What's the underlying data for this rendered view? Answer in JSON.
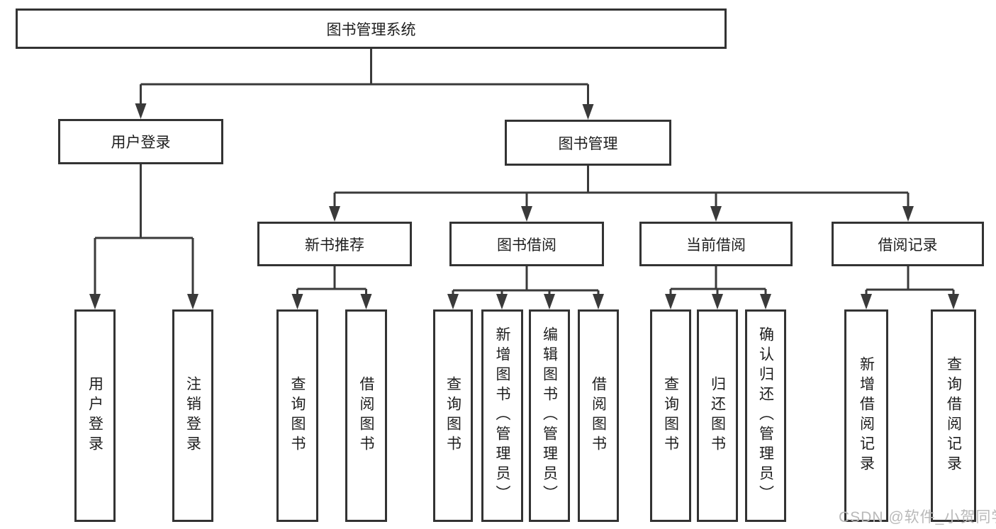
{
  "title": {
    "label": "图书管理系统"
  },
  "level2": {
    "user_login": {
      "label": "用户登录"
    },
    "book_mgmt": {
      "label": "图书管理"
    }
  },
  "level3": {
    "new_book_rec": {
      "label": "新书推荐"
    },
    "book_borrow": {
      "label": "图书借阅"
    },
    "current_borrow": {
      "label": "当前借阅"
    },
    "borrow_records": {
      "label": "借阅记录"
    }
  },
  "leaves": {
    "user_login": {
      "label": "用户登录"
    },
    "logout": {
      "label": "注销登录"
    },
    "nbr_query_book": {
      "label": "查询图书"
    },
    "nbr_borrow_book": {
      "label": "借阅图书"
    },
    "bb_query_book": {
      "label": "查询图书"
    },
    "bb_add_book": {
      "label": "新增图书（管理员）"
    },
    "bb_edit_book": {
      "label": "编辑图书（管理员）"
    },
    "bb_borrow_book": {
      "label": "借阅图书"
    },
    "cb_query_book": {
      "label": "查询图书"
    },
    "cb_return_book": {
      "label": "归还图书"
    },
    "cb_confirm_return": {
      "label": "确认归还（管理员）"
    },
    "br_add_record": {
      "label": "新增借阅记录"
    },
    "br_query_record": {
      "label": "查询借阅记录"
    }
  },
  "watermark": {
    "text": "CSDN @软件_小贺同学"
  },
  "colors": {
    "background": "#ffffff",
    "box_border": "#333333",
    "connector_line": "#3a3a3a",
    "text": "#1e1e1e",
    "watermark_text": "#b9b9b9"
  }
}
